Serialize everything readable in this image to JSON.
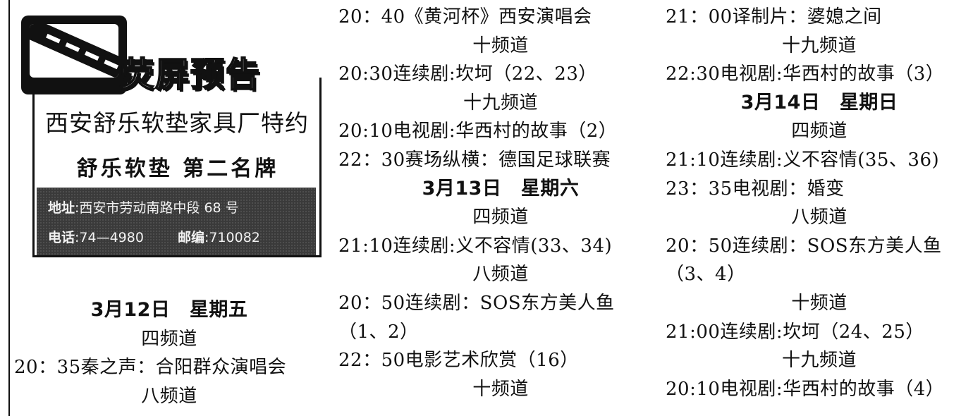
{
  "ad": {
    "logo_title": "荧屏预告",
    "sponsor": "西安舒乐软垫家具厂特约",
    "product": "舒乐软垫 第二名牌",
    "address_label": "地址",
    "address": ":西安市劳动南路中段 68 号",
    "phone_label": "电话",
    "phone": ":74—4980",
    "postcode_label": "邮编",
    "postcode": ":710082"
  },
  "column_a": [
    {
      "text": "3月12日　星期五",
      "kind": "date"
    },
    {
      "text": "四频道",
      "kind": "channel"
    },
    {
      "text": "20：35秦之声：合阳群众演唱会",
      "kind": "program"
    },
    {
      "text": "八频道",
      "kind": "channel"
    }
  ],
  "column_b": [
    {
      "text": "20：40《黄河杯》西安演唱会",
      "kind": "program"
    },
    {
      "text": "十频道",
      "kind": "channel"
    },
    {
      "text": "20:30连续剧:坎坷（22、23）",
      "kind": "program"
    },
    {
      "text": "十九频道",
      "kind": "channel"
    },
    {
      "text": "20:10电视剧:华西村的故事（2）",
      "kind": "program"
    },
    {
      "text": "22：30赛场纵横：德国足球联赛",
      "kind": "program"
    },
    {
      "text": "3月13日　星期六",
      "kind": "date"
    },
    {
      "text": "四频道",
      "kind": "channel"
    },
    {
      "text": "21:10连续剧:义不容情(33、34)",
      "kind": "program"
    },
    {
      "text": "八频道",
      "kind": "channel"
    },
    {
      "text": "20：50连续剧：SOS东方美人鱼（1、2）",
      "kind": "program_wrap"
    },
    {
      "text": "22：50电影艺术欣赏（16）",
      "kind": "program"
    },
    {
      "text": "十频道",
      "kind": "channel"
    }
  ],
  "column_c": [
    {
      "text": "21：00译制片：婆媳之间",
      "kind": "program"
    },
    {
      "text": "十九频道",
      "kind": "channel"
    },
    {
      "text": "22:30电视剧:华西村的故事（3）",
      "kind": "program"
    },
    {
      "text": "3月14日　星期日",
      "kind": "date"
    },
    {
      "text": "四频道",
      "kind": "channel"
    },
    {
      "text": "21:10连续剧:义不容情(35、36)",
      "kind": "program"
    },
    {
      "text": "23：35电视剧：婚变",
      "kind": "program"
    },
    {
      "text": "八频道",
      "kind": "channel"
    },
    {
      "text": "20：50连续剧：SOS东方美人鱼（3、4）",
      "kind": "program_wrap"
    },
    {
      "text": "十频道",
      "kind": "channel"
    },
    {
      "text": "21:00连续剧:坎坷（24、25）",
      "kind": "program"
    },
    {
      "text": "十九频道",
      "kind": "channel"
    },
    {
      "text": "20:10电视剧:华西村的故事（4）",
      "kind": "program"
    }
  ]
}
